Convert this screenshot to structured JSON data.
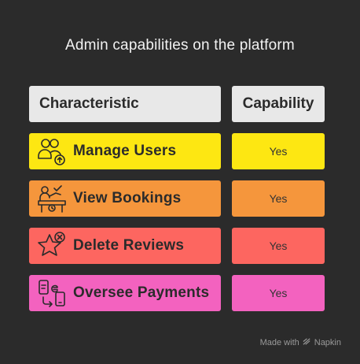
{
  "title": "Admin capabilities on the platform",
  "header": {
    "characteristic": "Characteristic",
    "capability": "Capability"
  },
  "rows": [
    {
      "label": "Manage Users",
      "value": "Yes",
      "color": "#fde712",
      "icon": "users-upload-icon"
    },
    {
      "label": "View Bookings",
      "value": "Yes",
      "color": "#f5963c",
      "icon": "booking-desk-icon"
    },
    {
      "label": "Delete Reviews",
      "value": "Yes",
      "color": "#fd6660",
      "icon": "star-delete-icon"
    },
    {
      "label": "Oversee Payments",
      "value": "Yes",
      "color": "#f362bf",
      "icon": "currency-exchange-icon"
    }
  ],
  "footer": {
    "made_with": "Made with",
    "brand": "Napkin"
  }
}
